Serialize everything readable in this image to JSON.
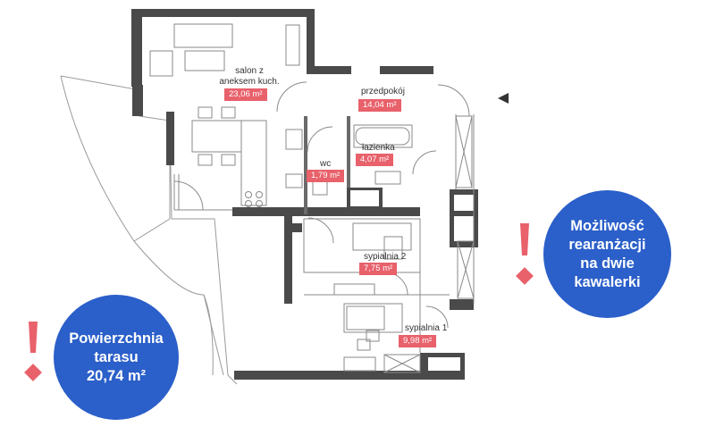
{
  "rooms": {
    "salon": {
      "name": "salon z\naneksem kuch.",
      "area": "23,06 m²"
    },
    "przedpokoj": {
      "name": "przedpokój",
      "area": "14,04 m²"
    },
    "lazienka": {
      "name": "łazienka",
      "area": "4,07 m²"
    },
    "wc": {
      "name": "wc",
      "area": "1,79 m²"
    },
    "sypialnia2": {
      "name": "sypialnia 2",
      "area": "7,75 m²"
    },
    "sypialnia1": {
      "name": "sypialnia 1",
      "area": "9,98 m²"
    }
  },
  "callouts": {
    "terrace": "Powierzchnia\ntarasu\n20,74 m²",
    "rearrange": "Możliwość\nrearanżacji\nna dwie\nkawalerki"
  },
  "colors": {
    "wall": "#4a4a4a",
    "badge": "#e8616b",
    "circle": "#2b5fc9",
    "exclamation": "#e8616b"
  },
  "icons": {
    "entrance": "entrance-arrow-icon",
    "exclamation": "exclamation-icon"
  }
}
